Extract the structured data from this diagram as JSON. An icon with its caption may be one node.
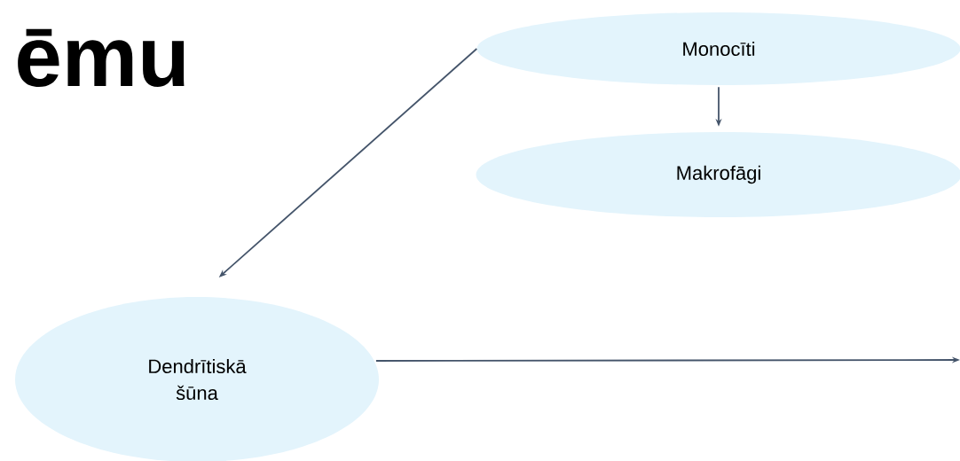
{
  "diagram": {
    "title": "ēmu",
    "nodes": [
      {
        "text": [
          "Monocīti"
        ]
      },
      {
        "text": [
          "Makrofāgi"
        ]
      },
      {
        "text": [
          "Dendrītiskā šūna"
        ]
      }
    ],
    "edges": [
      {
        "from": 0,
        "to": 1,
        "arrow": "to"
      },
      {
        "from": 0,
        "to": 2,
        "arrow": "to"
      },
      {
        "from": 2,
        "to": null,
        "arrow": "to"
      }
    ]
  }
}
